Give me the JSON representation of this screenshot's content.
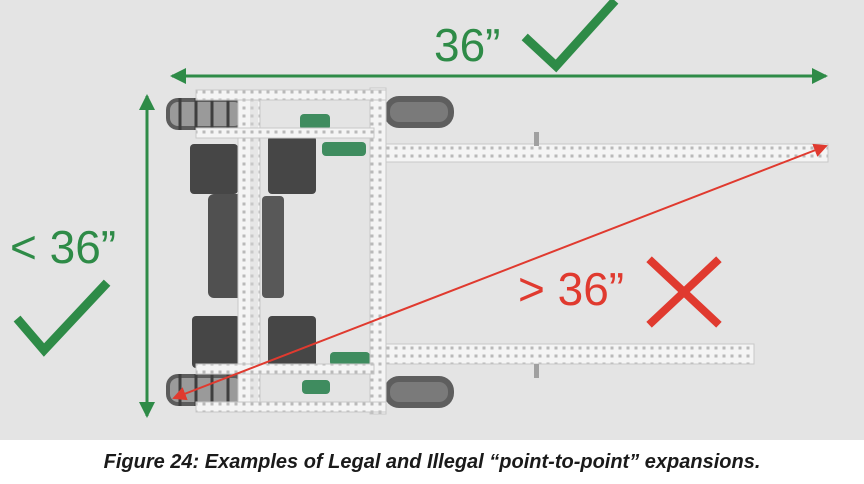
{
  "figure": {
    "caption": "Figure 24: Examples of Legal and Illegal “point-to-point” expansions.",
    "labels": {
      "width": "36”",
      "height": "< 36”",
      "diagonal": "> 36”"
    },
    "colors": {
      "legal": "#2e8b47",
      "illegal": "#e03a2f",
      "background": "#e4e4e4"
    },
    "icons": {
      "legal_width": "checkmark-icon",
      "legal_height": "checkmark-icon",
      "illegal_diagonal": "x-mark-icon"
    }
  }
}
